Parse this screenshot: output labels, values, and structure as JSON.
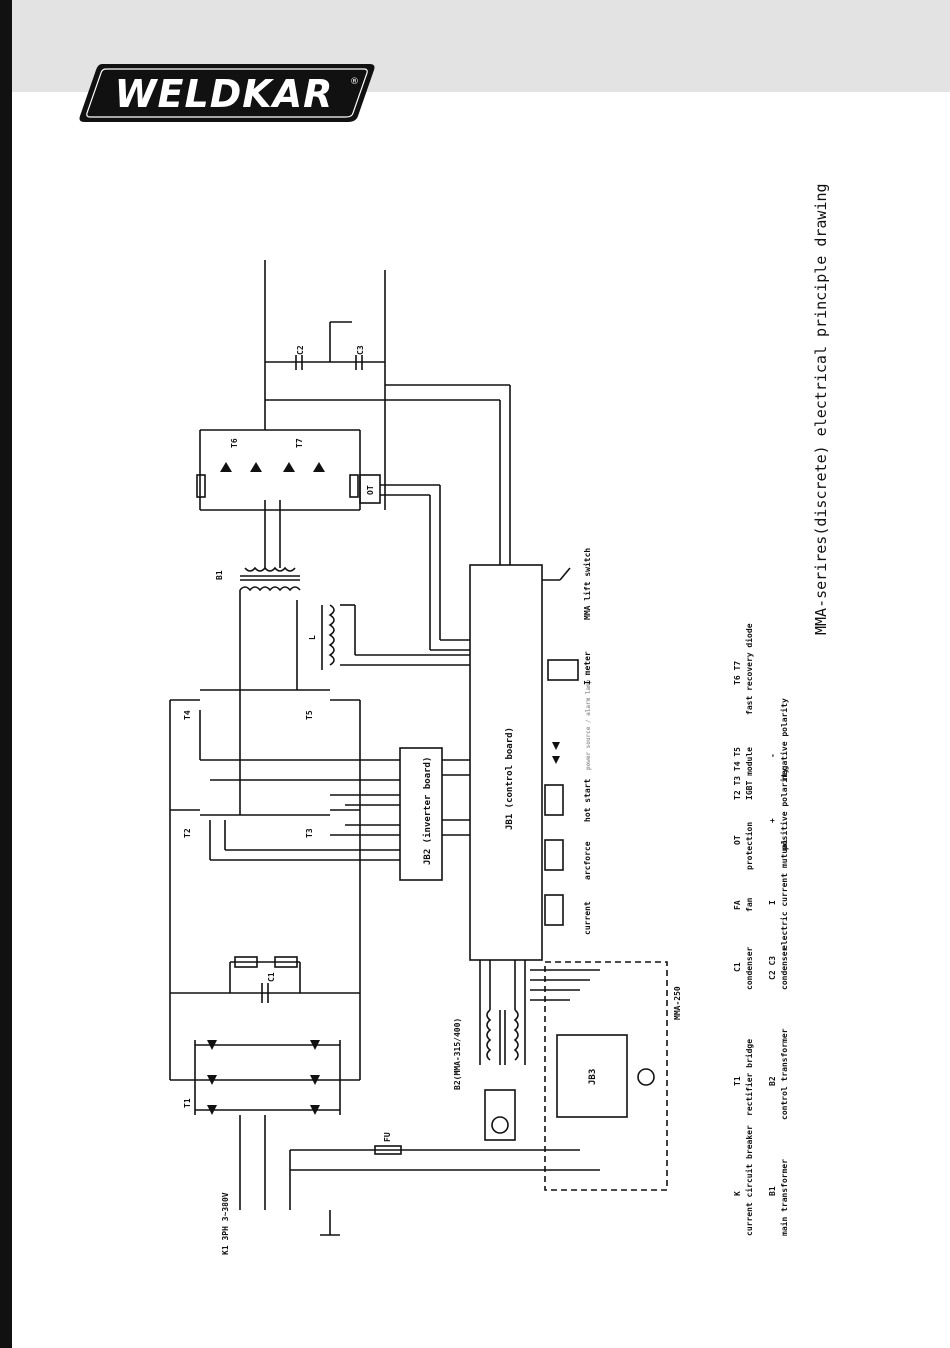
{
  "brand": {
    "name": "WELDKAR",
    "registered_mark": "®"
  },
  "drawing": {
    "title": "MMA-serires(discrete) electrical principle drawing",
    "boards": {
      "control_board": "JB1 (control board)",
      "inverter_board": "JB2 (inverter board)",
      "power_board": "JB3",
      "model_note": "B2(MMA-315/400)",
      "mma250": "MMA-250",
      "input": "K1 3PH 3~380V"
    },
    "component_labels": {
      "t1": "T1",
      "t2": "T2",
      "t3": "T3",
      "t4": "T4",
      "t5": "T5",
      "t6": "T6",
      "t7": "T7",
      "b1": "B1",
      "c1": "C1",
      "c2": "C2",
      "c3": "C3",
      "fu": "FU",
      "ot": "OT",
      "l": "L"
    },
    "panel_labels": {
      "current": "current",
      "arcforce": "arcforce",
      "hot_start": "hot start",
      "power_alarm": "power source / alarm lamp",
      "i_meter": "I meter",
      "mma_lift": "MMA lift switch"
    },
    "legend": [
      {
        "symbol": "K",
        "description": "current circuit breaker"
      },
      {
        "symbol": "T1",
        "description": "rectifier bridge"
      },
      {
        "symbol": "C1",
        "description": "condenser"
      },
      {
        "symbol": "FA",
        "description": "fan"
      },
      {
        "symbol": "OT",
        "description": "protection"
      },
      {
        "symbol": "T2 T3 T4 T5",
        "description": "IGBT module"
      },
      {
        "symbol": "T6 T7",
        "description": "fast recovery diode"
      },
      {
        "symbol": "B1",
        "description": "main transformer"
      },
      {
        "symbol": "B2",
        "description": "control transformer"
      },
      {
        "symbol": "C2 C3",
        "description": "condenser"
      },
      {
        "symbol": "I",
        "description": "electric current mutual"
      },
      {
        "symbol": "+",
        "description": "positive polarity"
      },
      {
        "symbol": "-",
        "description": "negative polarity"
      }
    ],
    "colors": {
      "line": "#111111",
      "band": "#e3e3e3",
      "logo_bg": "#111111"
    }
  }
}
